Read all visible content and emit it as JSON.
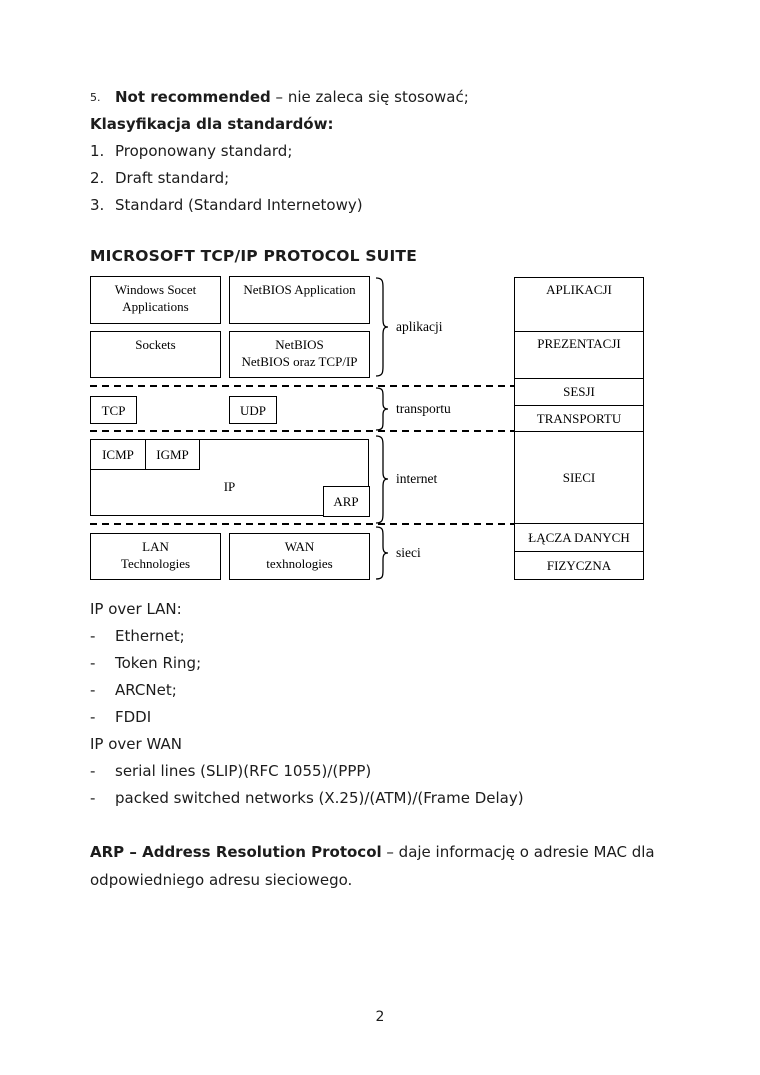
{
  "colors": {
    "background": "#ffffff",
    "text": "#1c1c1c",
    "diagram_line": "#000000"
  },
  "intro": {
    "item5": {
      "number": "5.",
      "bold": "Not recommended",
      "rest": " – nie zaleca się stosować;"
    },
    "heading": "Klasyfikacja dla standardów:",
    "items": [
      {
        "number": "1.",
        "text": "Proponowany standard;"
      },
      {
        "number": "2.",
        "text": "Draft standard;"
      },
      {
        "number": "3.",
        "text": "Standard (Standard Internetowy)"
      }
    ]
  },
  "diagram": {
    "title": "MICROSOFT TCP/IP PROTOCOL SUITE",
    "boxes": {
      "winsock": {
        "line1": "Windows Socet",
        "line2": "Applications"
      },
      "netbios_app": {
        "line1": "NetBIOS Application"
      },
      "sockets": {
        "line1": "Sockets"
      },
      "netbios_tcpip": {
        "line1": "NetBIOS",
        "line2": "NetBIOS oraz TCP/IP"
      },
      "tcp": "TCP",
      "udp": "UDP",
      "icmp": "ICMP",
      "igmp": "IGMP",
      "ip": "IP",
      "arp": "ARP",
      "lan": {
        "line1": "LAN",
        "line2": "Technologies"
      },
      "wan": {
        "line1": "WAN",
        "line2": "texhnologies"
      }
    },
    "brace_labels": [
      "aplikacji",
      "transportu",
      "internet",
      "sieci"
    ],
    "osi": [
      "APLIKACJI",
      "PREZENTACJI",
      "SESJI",
      "TRANSPORTU",
      "SIECI",
      "ŁĄCZA DANYCH",
      "FIZYCZNA"
    ]
  },
  "lists": {
    "bullet": "-",
    "lan_heading": "IP over LAN:",
    "lan_items": [
      "Ethernet;",
      "Token Ring;",
      "ARCNet;",
      "FDDI"
    ],
    "wan_heading": "IP over WAN",
    "wan_items": [
      "serial lines (SLIP)(RFC 1055)/(PPP)",
      "packed switched networks (X.25)/(ATM)/(Frame Delay)"
    ]
  },
  "arp": {
    "bold": "ARP – Address Resolution Protocol",
    "rest1": " – daje informację o adresie MAC dla",
    "line2": "odpowiedniego adresu sieciowego."
  },
  "page": {
    "number": "2"
  }
}
